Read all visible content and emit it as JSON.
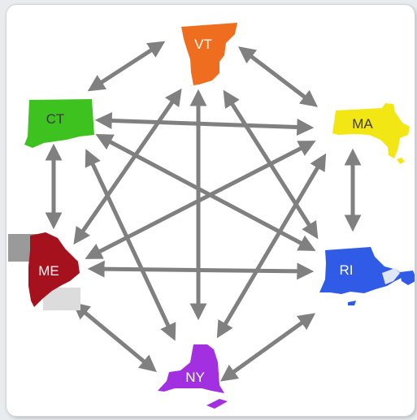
{
  "diagram": {
    "nodes": [
      {
        "id": "VT",
        "label": "VT",
        "color": "#ee6d1f"
      },
      {
        "id": "MA",
        "label": "MA",
        "color": "#f3e615"
      },
      {
        "id": "RI",
        "label": "RI",
        "color": "#2f5be6"
      },
      {
        "id": "NY",
        "label": "NY",
        "color": "#a22fe0"
      },
      {
        "id": "ME",
        "label": "ME",
        "color": "#a5121e"
      },
      {
        "id": "CT",
        "label": "CT",
        "color": "#3ec21f"
      }
    ],
    "edges": "complete-graph-bidirectional",
    "arrow_color": "#808080"
  }
}
